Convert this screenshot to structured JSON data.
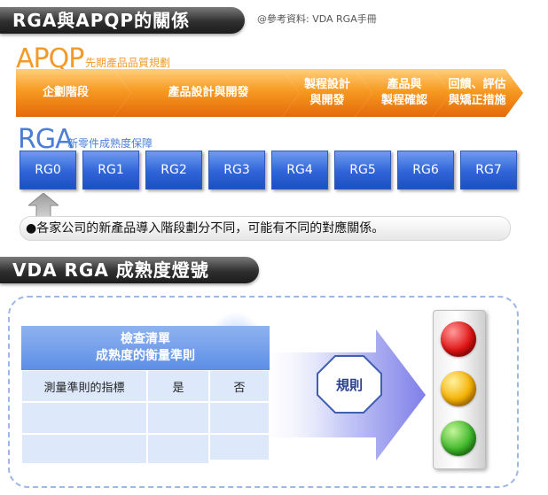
{
  "header1": {
    "title": "RGA與APQP的關係",
    "reference": "@參考資料: VDA RGA手冊"
  },
  "apqp": {
    "title": "APQP",
    "subtitle": "先期產品品質規劃",
    "phases": [
      {
        "line1": "企劃階段",
        "line2": ""
      },
      {
        "line1": "產品設計與開發",
        "line2": ""
      },
      {
        "line1": "製程設計",
        "line2": "與開發"
      },
      {
        "line1": "產品與",
        "line2": "製程確認"
      },
      {
        "line1": "回饋、評估",
        "line2": "與矯正措施"
      }
    ],
    "color": "#f39a2a"
  },
  "rga": {
    "title": "RGA",
    "subtitle": "新零件成熟度保障",
    "gates": [
      "RG0",
      "RG1",
      "RG2",
      "RG3",
      "RG4",
      "RG5",
      "RG6",
      "RG7"
    ],
    "color": "#2f64d8"
  },
  "note": "●各家公司的新產品導入階段劃分不同，可能有不同的對應關係。",
  "header2": {
    "title": "VDA RGA 成熟度燈號"
  },
  "checklist": {
    "title_line1": "檢查清單",
    "title_line2": "成熟度的衡量準則",
    "row_label": "測量準則的指標",
    "col_yes": "是",
    "col_no": "否"
  },
  "rule_label": "規則",
  "traffic_light": {
    "colors": [
      "red",
      "amber",
      "green"
    ]
  }
}
